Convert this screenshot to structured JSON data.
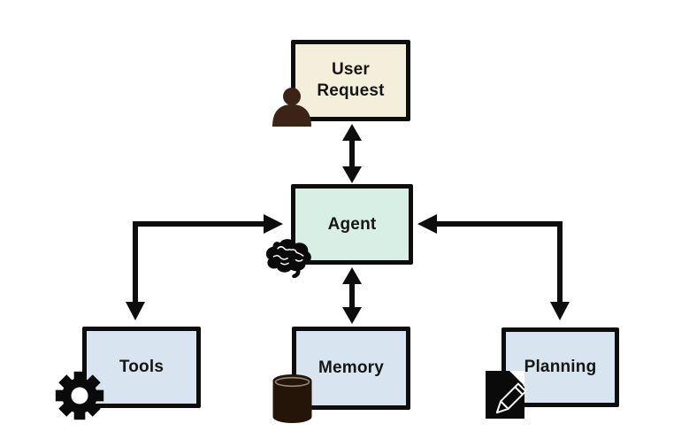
{
  "diagram": {
    "type": "flowchart",
    "background": "#ffffff",
    "nodes": {
      "user_request": {
        "label": "User Request",
        "fill": "#f3efdb",
        "icon": "user-icon"
      },
      "agent": {
        "label": "Agent",
        "fill": "#d8efe6",
        "icon": "brain-icon"
      },
      "tools": {
        "label": "Tools",
        "fill": "#d8e4f0",
        "icon": "gear-icon"
      },
      "memory": {
        "label": "Memory",
        "fill": "#d8e4f0",
        "icon": "database-icon"
      },
      "planning": {
        "label": "Planning",
        "fill": "#d8e4f0",
        "icon": "document-pencil-icon"
      }
    },
    "edges": [
      {
        "from": "user_request",
        "to": "agent",
        "direction": "bidirectional",
        "shape": "straight-vertical"
      },
      {
        "from": "agent",
        "to": "memory",
        "direction": "bidirectional",
        "shape": "straight-vertical"
      },
      {
        "from": "agent",
        "to": "tools",
        "direction": "bidirectional",
        "shape": "elbow"
      },
      {
        "from": "agent",
        "to": "planning",
        "direction": "bidirectional",
        "shape": "elbow"
      }
    ],
    "colors": {
      "box_border": "#0d0d0d",
      "arrow": "#0d0d0d",
      "label_text": "#151515",
      "user_icon": "#3b2416",
      "database_icon": "#251509",
      "black_icons": "#0a0a0a"
    }
  }
}
